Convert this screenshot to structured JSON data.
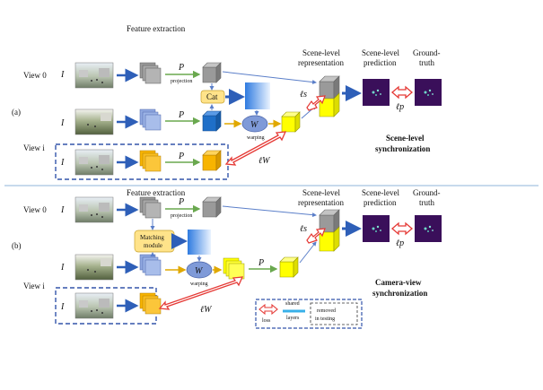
{
  "panel_a": {
    "tag": "(a)",
    "view0_label": "View 0",
    "viewi_label": "View i",
    "feature_extraction": "Feature extraction",
    "projection_symbol": "P",
    "projection_label": "projection",
    "cat_label": "Cat",
    "warping_symbol": "W",
    "warping_label": "warping",
    "input_top": "I",
    "input_mid": "I",
    "input_bot": "I",
    "scene_rep": [
      "Scene-level",
      "representation"
    ],
    "scene_pred": [
      "Scene-level",
      "prediction"
    ],
    "ground_truth": [
      "Ground-",
      "truth"
    ],
    "loss_s": "ℓs",
    "loss_p": "ℓp",
    "loss_w": "ℓW",
    "title": [
      "Scene-level",
      "synchronization"
    ]
  },
  "panel_b": {
    "tag": "(b)",
    "view0_label": "View 0",
    "viewi_label": "View i",
    "feature_extraction": "Feature extraction",
    "projection_symbol": "P",
    "projection_label": "projection",
    "matching_label": [
      "Matching",
      "module"
    ],
    "warping_symbol": "W",
    "warping_label": "warping",
    "projection_symbol_2": "P",
    "scene_rep": [
      "Scene-level",
      "representation"
    ],
    "scene_pred": [
      "Scene-level",
      "prediction"
    ],
    "ground_truth": [
      "Ground-",
      "truth"
    ],
    "loss_s": "ℓs",
    "loss_p": "ℓp",
    "loss_w": "ℓW",
    "title": [
      "Camera-view",
      "synchronization"
    ]
  },
  "legend": {
    "loss": "loss",
    "shared": [
      "shared",
      "layers"
    ],
    "removed": [
      "removed",
      "in testing"
    ]
  },
  "colors": {
    "gray_cube": "#9a9a9a",
    "blue_cube": "#1f6fc8",
    "light_blue_stack": "#8fa8e0",
    "orange_stack": "#f8b400",
    "yellow_cube": "#ffff00",
    "dashed_border": "#3355aa",
    "loss_arrow": "#e53935",
    "flow_arrow": "#2e5fb8",
    "green_arrow": "#6aa84f",
    "cat_box": "#ffe38a",
    "warp_ellipse": "#7f9ad8",
    "gradient_band": "#4a8fe0"
  }
}
